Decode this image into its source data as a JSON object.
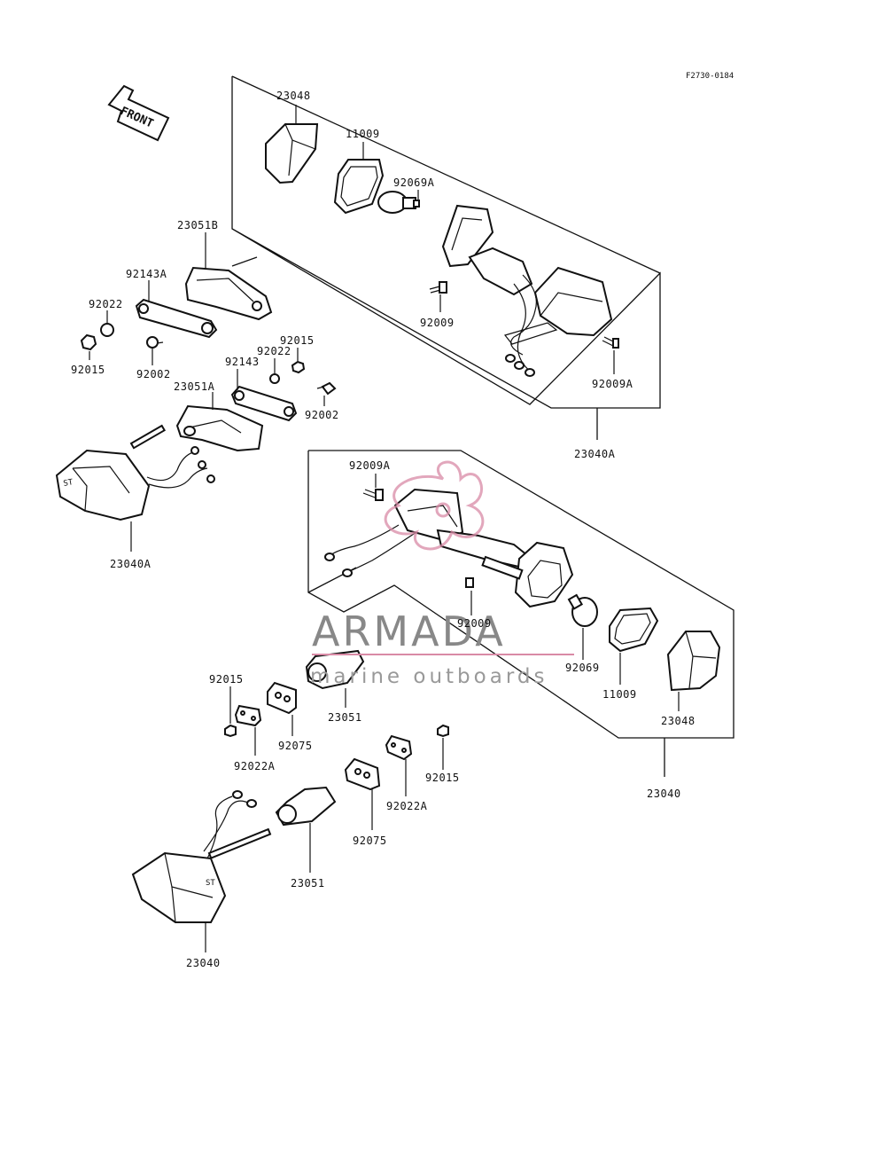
{
  "diagram_code": "F2730-0184",
  "front_arrow_label": "FRONT",
  "watermark": {
    "brand": "ARMADA",
    "tagline": "marine outboards"
  },
  "parts": [
    {
      "id": "p-23048-top",
      "label": "23048"
    },
    {
      "id": "p-11009-top",
      "label": "11009"
    },
    {
      "id": "p-92069a",
      "label": "92069A"
    },
    {
      "id": "p-92009-top",
      "label": "92009"
    },
    {
      "id": "p-92009a-top",
      "label": "92009A"
    },
    {
      "id": "p-23040a-right",
      "label": "23040A"
    },
    {
      "id": "p-23051b",
      "label": "23051B"
    },
    {
      "id": "p-92143a",
      "label": "92143A"
    },
    {
      "id": "p-92022",
      "label": "92022"
    },
    {
      "id": "p-92015-left",
      "label": "92015"
    },
    {
      "id": "p-92002-left",
      "label": "92002"
    },
    {
      "id": "p-92015-mid",
      "label": "92015"
    },
    {
      "id": "p-92022-mid",
      "label": "92022"
    },
    {
      "id": "p-92143",
      "label": "92143"
    },
    {
      "id": "p-23051a",
      "label": "23051A"
    },
    {
      "id": "p-92002-mid",
      "label": "92002"
    },
    {
      "id": "p-23040a-left",
      "label": "23040A"
    },
    {
      "id": "p-92009a-bottom",
      "label": "92009A"
    },
    {
      "id": "p-92009-bottom",
      "label": "92009"
    },
    {
      "id": "p-92069",
      "label": "92069"
    },
    {
      "id": "p-11009-bottom",
      "label": "11009"
    },
    {
      "id": "p-23048-bottom",
      "label": "23048"
    },
    {
      "id": "p-23040-right",
      "label": "23040"
    },
    {
      "id": "p-92015-a",
      "label": "92015"
    },
    {
      "id": "p-92022a-a",
      "label": "92022A"
    },
    {
      "id": "p-92075-a",
      "label": "92075"
    },
    {
      "id": "p-23051-a",
      "label": "23051"
    },
    {
      "id": "p-92015-b",
      "label": "92015"
    },
    {
      "id": "p-92022a-b",
      "label": "92022A"
    },
    {
      "id": "p-92075-b",
      "label": "92075"
    },
    {
      "id": "p-23051-b",
      "label": "23051"
    },
    {
      "id": "p-23040-bottom",
      "label": "23040"
    }
  ]
}
